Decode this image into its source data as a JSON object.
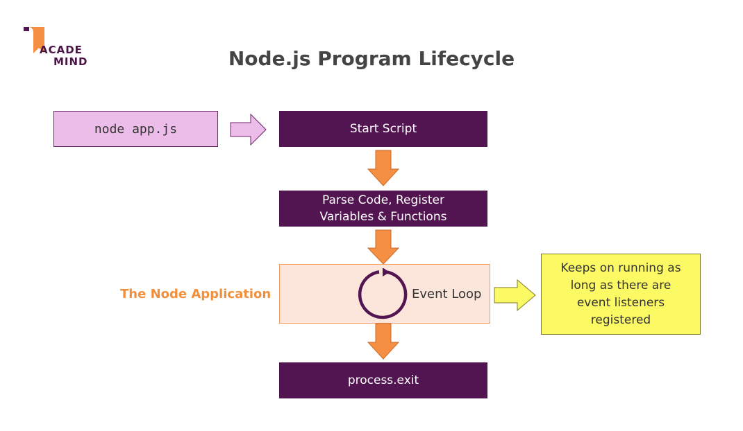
{
  "slide": {
    "title": "Node.js Program Lifecycle"
  },
  "logo": {
    "line1": "ACADE",
    "line2": "MIND"
  },
  "diagram": {
    "command": "node app.js",
    "steps": {
      "start": "Start Script",
      "parse_line1": "Parse Code, Register",
      "parse_line2": "Variables & Functions",
      "event_loop": "Event Loop",
      "exit": "process.exit"
    },
    "app_label": "The Node Application",
    "note_lines": [
      "Keeps on running as",
      "long as there are",
      "event listeners",
      "registered"
    ]
  },
  "colors": {
    "title": "#444444",
    "brand_purple": "#521551",
    "command_fill": "#ecbde9",
    "event_fill": "#fce6db",
    "orange_arrow": "#f48f43",
    "note_fill": "#fcfa64",
    "app_label": "#f28f3b"
  }
}
